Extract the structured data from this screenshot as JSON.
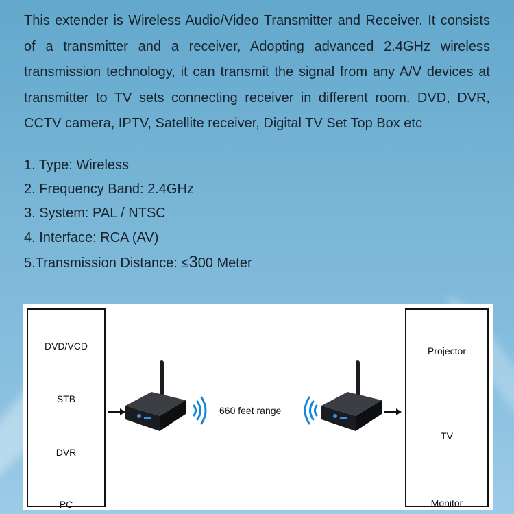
{
  "intro": "This extender is Wireless Audio/Video Transmitter and Receiver. It consists of a transmitter and a receiver, Adopting advanced 2.4GHz wireless transmission technology, it can transmit the signal from any A/V devices at transmitter to TV sets connecting receiver in different room. DVD, DVR, CCTV camera, IPTV, Satellite receiver, Digital TV Set Top Box etc",
  "specs": [
    {
      "num": "1.",
      "text": " Type: Wireless"
    },
    {
      "num": "2.",
      "text": " Frequency Band: 2.4GHz"
    },
    {
      "num": "3.",
      "text": " System: PAL / NTSC"
    },
    {
      "num": "4.",
      "text": " Interface: RCA (AV)"
    },
    {
      "num": "5.",
      "text_pre": "Transmission Distance: ≤",
      "text_digit": "3",
      "text_post": "00 Meter"
    }
  ],
  "diagram": {
    "sources": [
      "DVD/VCD",
      "STB",
      "DVR",
      "PC"
    ],
    "outputs": [
      "Projector",
      "TV",
      "Monitor"
    ],
    "range": "660 feet range"
  }
}
